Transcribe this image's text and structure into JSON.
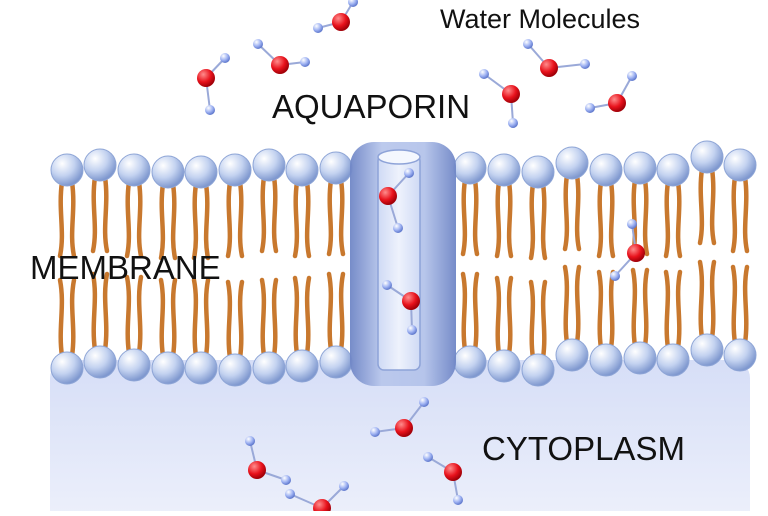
{
  "labels": {
    "water": "Water Molecules",
    "aquaporin": "AQUAPORIN",
    "membrane": "MEMBRANE",
    "cytoplasm": "CYTOPLASM"
  },
  "colors": {
    "oxygen": "#e8121c",
    "hydrogen": "#8fa6f0",
    "lipid_tail": "#c8782e",
    "lipid_head": "#a9bde6",
    "cytoplasm": "#dde4f8",
    "channel": "#8ea3d8"
  }
}
